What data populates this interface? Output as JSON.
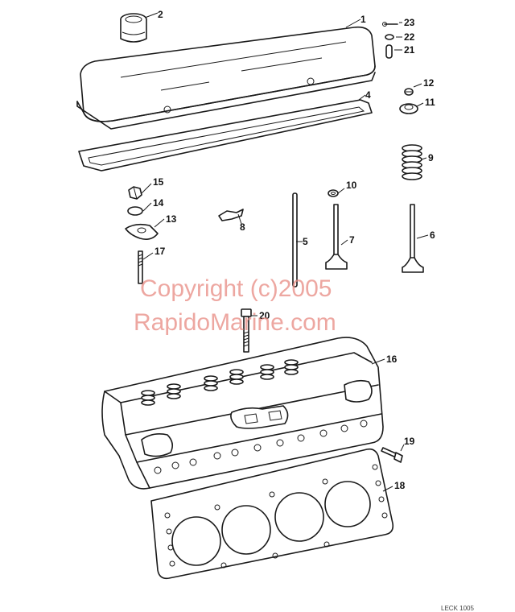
{
  "watermark": {
    "line1": "Copyright (c)2005",
    "line2": "RapidoMarine.com"
  },
  "callouts": {
    "p1": "1",
    "p2": "2",
    "p4": "4",
    "p5": "5",
    "p6": "6",
    "p7": "7",
    "p8": "8",
    "p9": "9",
    "p10": "10",
    "p11": "11",
    "p12": "12",
    "p13": "13",
    "p14": "14",
    "p15": "15",
    "p16": "16",
    "p17": "17",
    "p18": "18",
    "p19": "19",
    "p20": "20",
    "p21": "21",
    "p22": "22",
    "p23": "23"
  },
  "footer_code": "LECK 1005"
}
